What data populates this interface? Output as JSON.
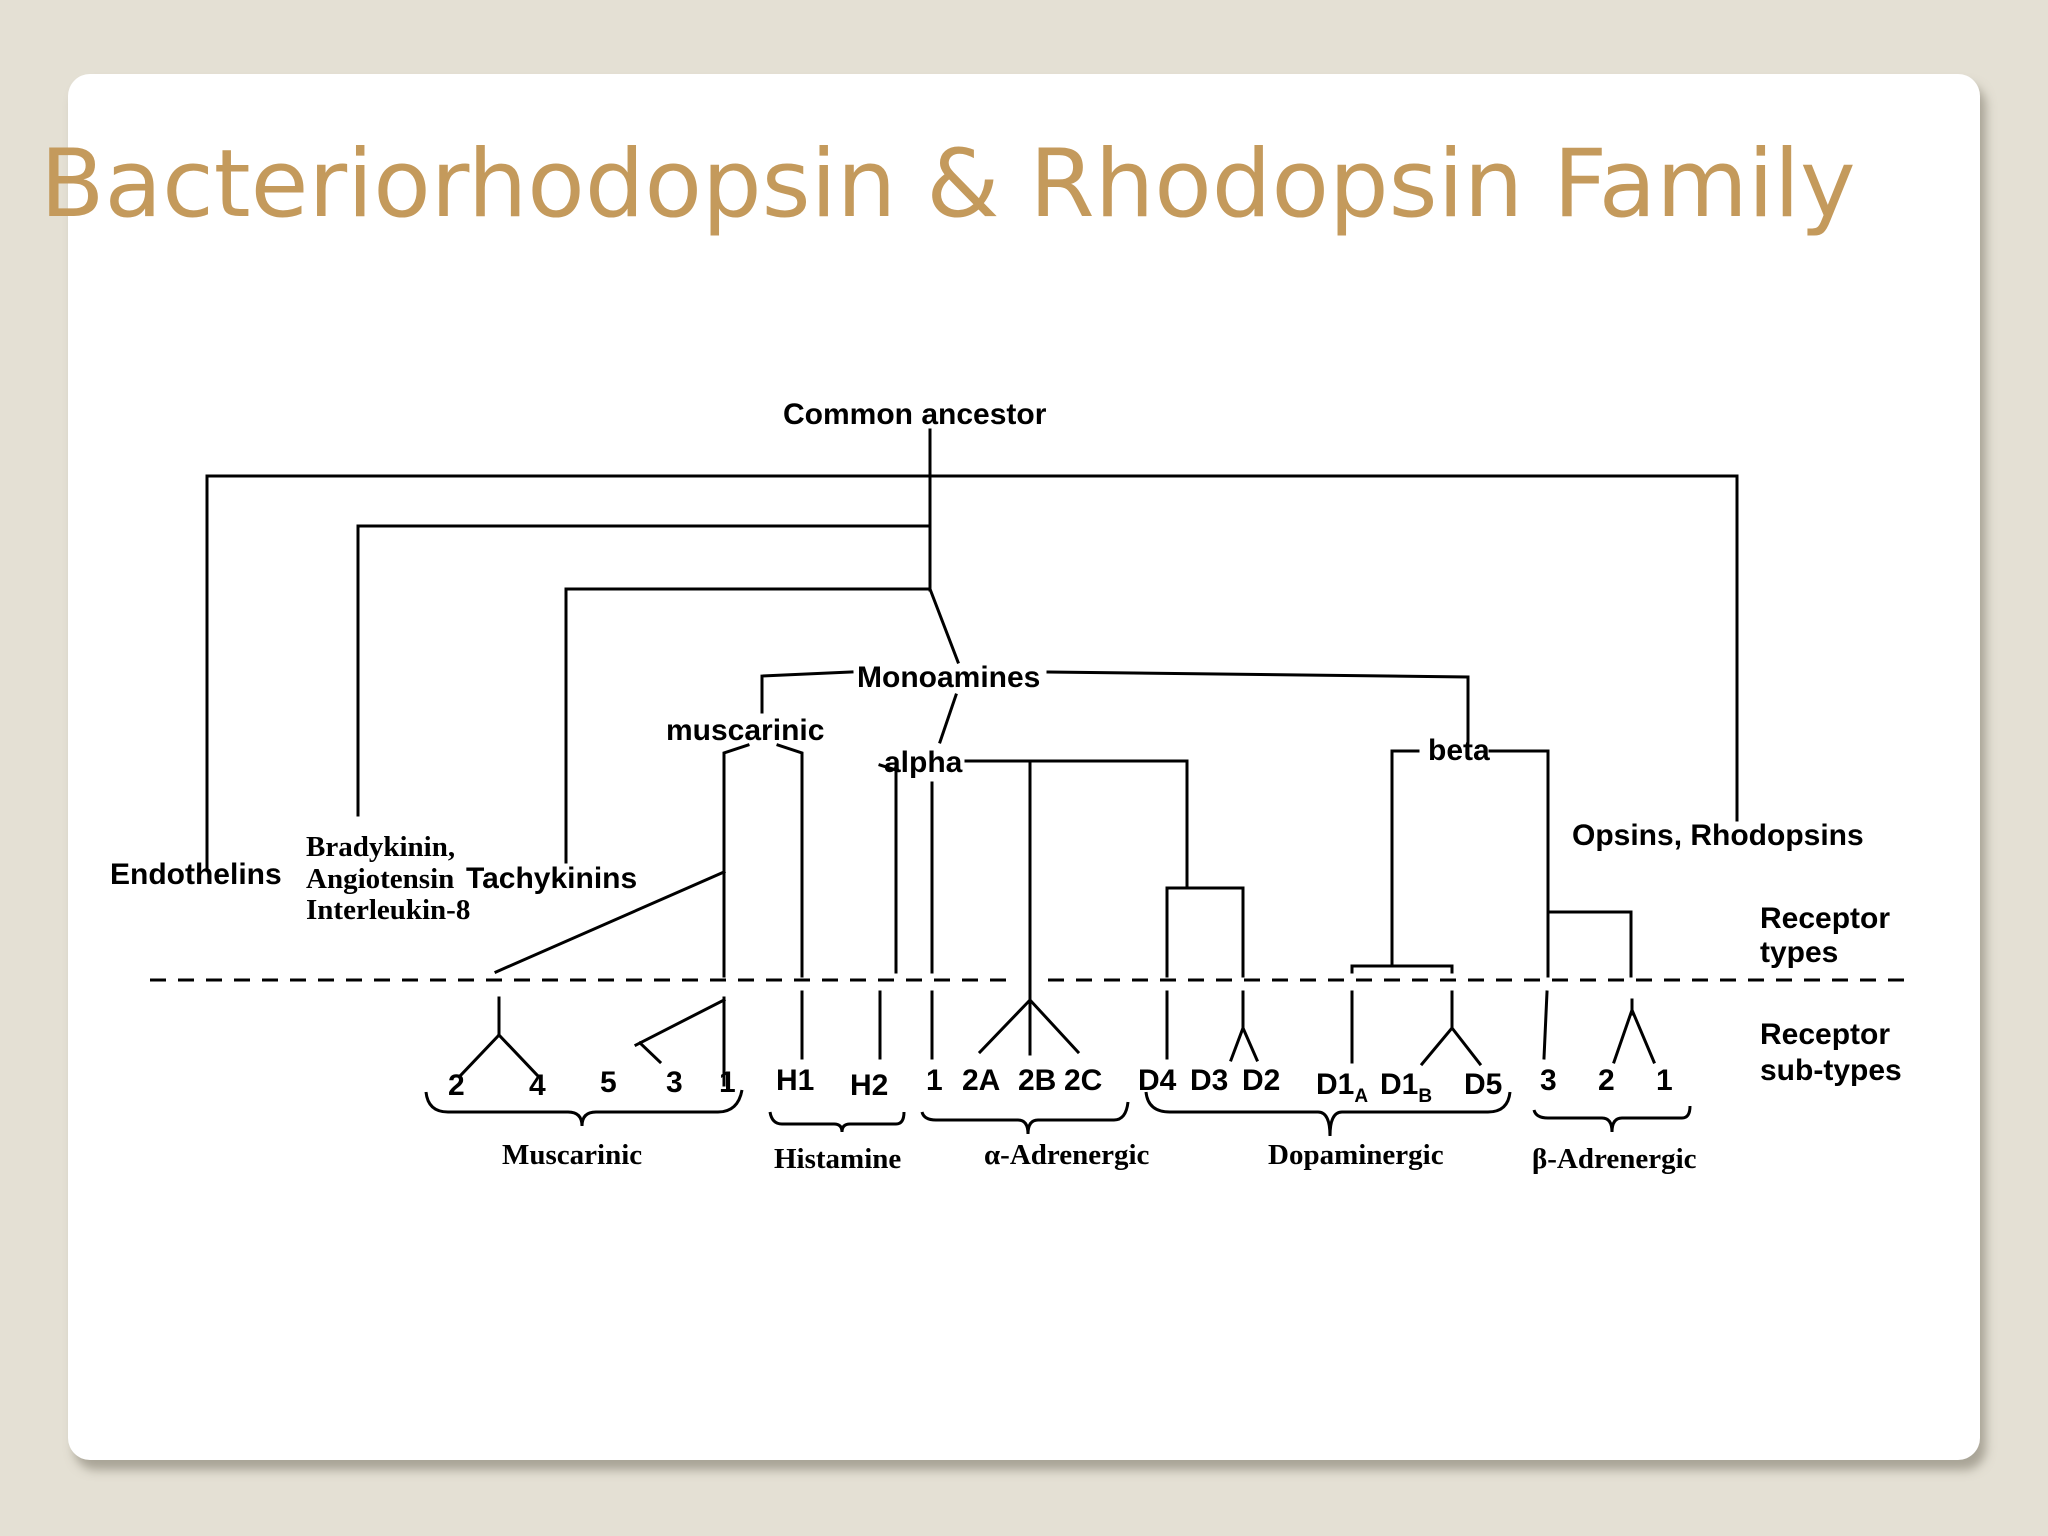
{
  "slide": {
    "title": "Bacteriorhodopsin & Rhodopsin Family"
  },
  "diagram": {
    "root": "Common ancestor",
    "families": {
      "endothelins": "Endothelins",
      "bradykinin": [
        "Bradykinin,",
        "Angiotensin",
        "Interleukin-8"
      ],
      "tachykinins": "Tachykinins",
      "opsins": "Opsins, Rhodopsins",
      "monoamines": "Monoamines"
    },
    "branches": {
      "muscarinic": "muscarinic",
      "alpha": "alpha",
      "beta": "beta"
    },
    "side_labels": {
      "receptor_types": [
        "Receptor",
        "types"
      ],
      "receptor_subtypes": [
        "Receptor",
        "sub-types"
      ]
    },
    "subtypes": {
      "muscarinic": [
        "2",
        "4",
        "5",
        "3",
        "1"
      ],
      "histamine": [
        "H1",
        "H2"
      ],
      "alpha": [
        "1",
        "2A",
        "2B",
        "2C"
      ],
      "dopamine": [
        {
          "main": "D4",
          "sub": ""
        },
        {
          "main": "D3",
          "sub": ""
        },
        {
          "main": "D2",
          "sub": ""
        },
        {
          "main": "D1",
          "sub": "A"
        },
        {
          "main": "D1",
          "sub": "B"
        },
        {
          "main": "D5",
          "sub": ""
        }
      ],
      "beta": [
        "3",
        "2",
        "1"
      ]
    },
    "groups": [
      "Muscarinic",
      "Histamine",
      "α-Adrenergic",
      "Dopaminergic",
      "β-Adrenergic"
    ]
  }
}
